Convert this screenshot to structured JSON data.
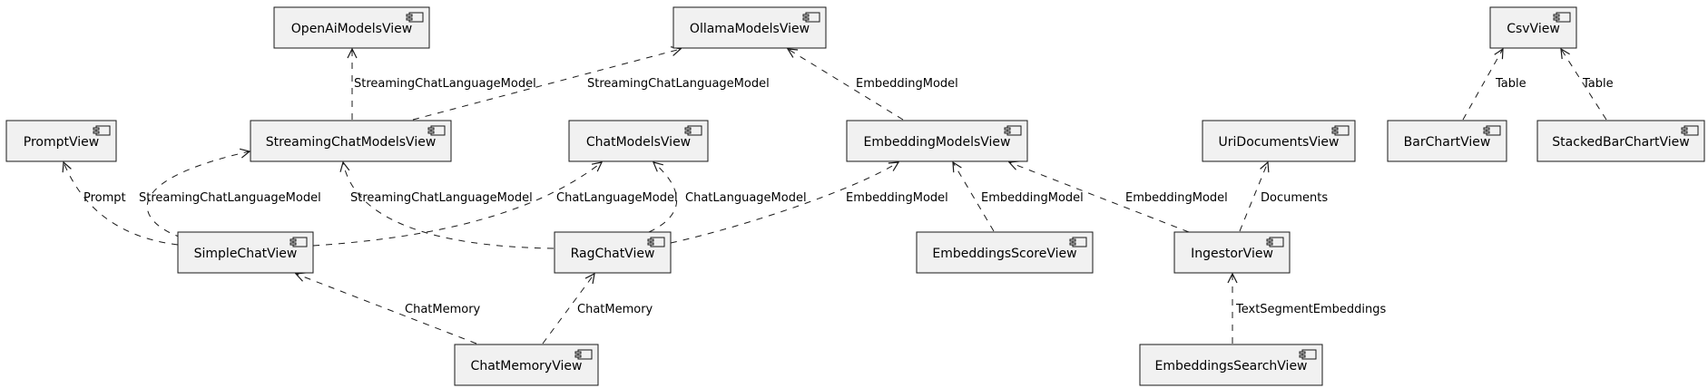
{
  "diagram": {
    "nodes": [
      {
        "id": "openai",
        "label": "OpenAiModelsView"
      },
      {
        "id": "ollama",
        "label": "OllamaModelsView"
      },
      {
        "id": "csv",
        "label": "CsvView"
      },
      {
        "id": "prompt",
        "label": "PromptView"
      },
      {
        "id": "streamingchat",
        "label": "StreamingChatModelsView"
      },
      {
        "id": "chatmodels",
        "label": "ChatModelsView"
      },
      {
        "id": "embeddingmodels",
        "label": "EmbeddingModelsView"
      },
      {
        "id": "uridocs",
        "label": "UriDocumentsView"
      },
      {
        "id": "barchart",
        "label": "BarChartView"
      },
      {
        "id": "stackedbar",
        "label": "StackedBarChartView"
      },
      {
        "id": "simplechat",
        "label": "SimpleChatView"
      },
      {
        "id": "ragchat",
        "label": "RagChatView"
      },
      {
        "id": "embscore",
        "label": "EmbeddingsScoreView"
      },
      {
        "id": "ingestor",
        "label": "IngestorView"
      },
      {
        "id": "chatmemory",
        "label": "ChatMemoryView"
      },
      {
        "id": "embsearch",
        "label": "EmbeddingsSearchView"
      }
    ],
    "edges": [
      {
        "from": "streamingchat",
        "to": "openai",
        "label": "StreamingChatLanguageModel"
      },
      {
        "from": "streamingchat",
        "to": "ollama",
        "label": "StreamingChatLanguageModel"
      },
      {
        "from": "embeddingmodels",
        "to": "ollama",
        "label": "EmbeddingModel"
      },
      {
        "from": "barchart",
        "to": "csv",
        "label": "Table"
      },
      {
        "from": "stackedbar",
        "to": "csv",
        "label": "Table"
      },
      {
        "from": "simplechat",
        "to": "prompt",
        "label": "Prompt"
      },
      {
        "from": "simplechat",
        "to": "streamingchat",
        "label": "StreamingChatLanguageModel"
      },
      {
        "from": "ragchat",
        "to": "streamingchat",
        "label": "StreamingChatLanguageModel"
      },
      {
        "from": "simplechat",
        "to": "chatmodels",
        "label": "ChatLanguageModel"
      },
      {
        "from": "ragchat",
        "to": "chatmodels",
        "label": "ChatLanguageModel"
      },
      {
        "from": "ragchat",
        "to": "embeddingmodels",
        "label": "EmbeddingModel"
      },
      {
        "from": "embscore",
        "to": "embeddingmodels",
        "label": "EmbeddingModel"
      },
      {
        "from": "ingestor",
        "to": "embeddingmodels",
        "label": "EmbeddingModel"
      },
      {
        "from": "ingestor",
        "to": "uridocs",
        "label": "Documents"
      },
      {
        "from": "chatmemory",
        "to": "simplechat",
        "label": "ChatMemory"
      },
      {
        "from": "chatmemory",
        "to": "ragchat",
        "label": "ChatMemory"
      },
      {
        "from": "embsearch",
        "to": "ingestor",
        "label": "TextSegmentEmbeddings"
      }
    ]
  }
}
